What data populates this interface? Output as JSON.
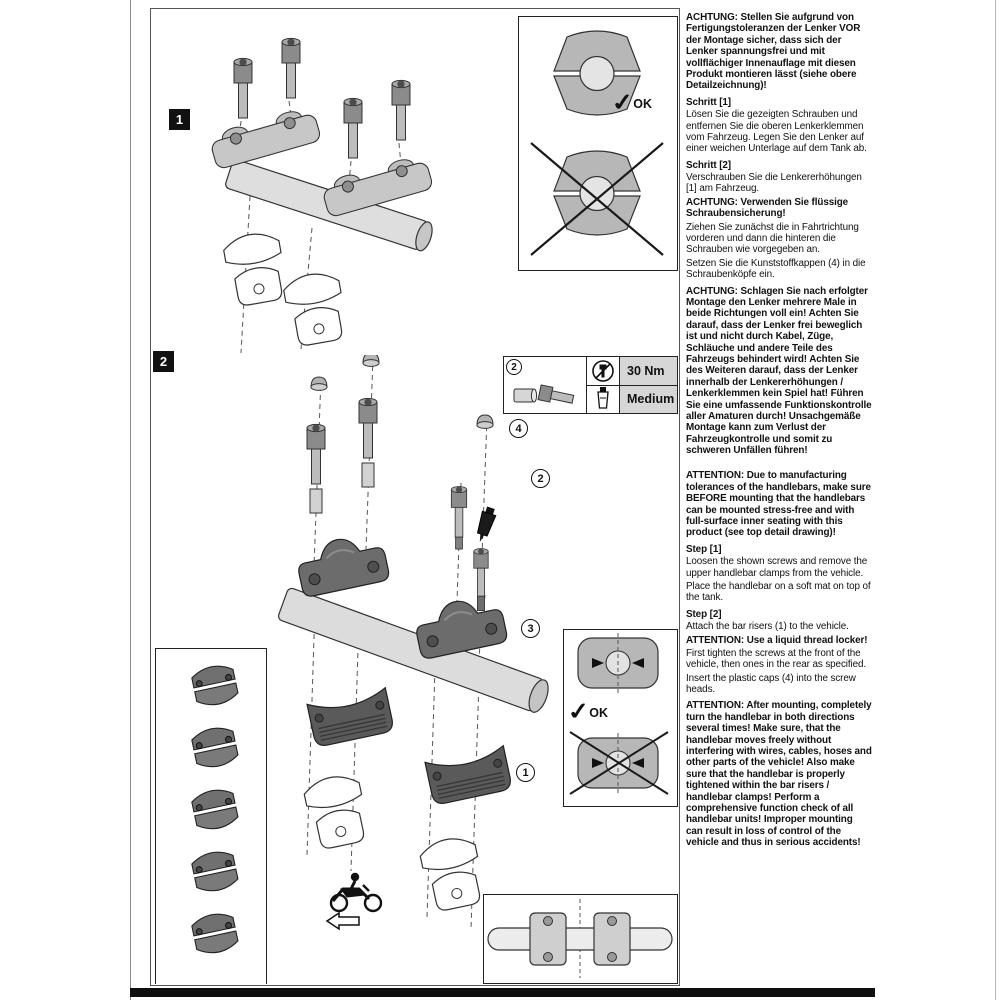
{
  "badges": {
    "step1": "1",
    "step2": "2"
  },
  "callouts": {
    "c1": "1",
    "c2": "2",
    "c3": "3",
    "c4": "4",
    "torque_item": "2"
  },
  "torque": {
    "value": "30 Nm",
    "grade": "Medium"
  },
  "marks": {
    "check": "✓",
    "ok_detail": "OK",
    "ok_order": "OK"
  },
  "colors": {
    "ink": "#111111",
    "metal_light": "#dcdcdc",
    "metal_dark": "#6c6c6c"
  },
  "de": {
    "warn_pre": "ACHTUNG: Stellen Sie aufgrund von Fertigungstoleranzen der Lenker VOR der Montage sicher, dass sich der Lenker spannungsfrei und mit vollflächiger Innenauflage mit diesen Produkt montieren lässt (siehe obere Detailzeichnung)!",
    "step1_title": "Schritt [1]",
    "step1_body": "Lösen Sie die gezeigten Schrauben und entfernen Sie die oberen Lenkerklemmen vom Fahrzeug. Legen Sie den Lenker auf einer weichen Unterlage auf dem Tank ab.",
    "step2_title": "Schritt [2]",
    "step2_body1": "Verschrauben Sie die Lenkererhöhungen [1] am Fahrzeug.",
    "step2_warn": "ACHTUNG: Verwenden Sie flüssige Schraubensicherung!",
    "step2_body2": "Ziehen Sie zunächst die in Fahrtrichtung vorderen und dann die hinteren die Schrauben wie vorgegeben an.",
    "step2_body3": "Setzen Sie die Kunststoffkappen (4) in die Schraubenköpfe ein.",
    "warn_post": "ACHTUNG: Schlagen Sie nach erfolgter Montage den Lenker mehrere Male in beide Richtungen voll ein! Achten Sie darauf, dass der Lenker frei beweglich ist und nicht durch Kabel, Züge, Schläuche und andere Teile des Fahrzeugs behindert wird! Achten Sie des Weiteren darauf, dass der Lenker innerhalb der Lenkererhöhungen / Lenkerklemmen kein Spiel hat! Führen Sie eine umfassende Funktionskontrolle aller Amaturen durch! Unsachgemäße Montage kann zum Verlust der Fahrzeugkontrolle und somit zu schweren Unfällen führen!"
  },
  "en": {
    "warn_pre": "ATTENTION: Due to manufacturing tolerances of the handlebars, make sure BEFORE mounting that the handlebars can be mounted stress-free and with full-surface inner seating with this product (see top detail drawing)!",
    "step1_title": "Step [1]",
    "step1_body1": "Loosen the shown screws and remove the upper handlebar clamps from the vehicle.",
    "step1_body2": "Place the handlebar on a soft mat on top of the tank.",
    "step2_title": "Step [2]",
    "step2_body1": "Attach the bar risers (1) to the vehicle.",
    "step2_warn": "ATTENTION: Use a liquid thread locker!",
    "step2_body2": "First tighten the screws at the front of the vehicle, then ones in the rear as specified.",
    "step2_body3": "Insert the plastic caps (4) into the screw heads.",
    "warn_post": "ATTENTION: After mounting, completely turn the handlebar in both directions several times! Make sure, that the handlebar moves freely without interfering with wires, cables, hoses and other parts of the vehicle! Also make sure that the handlebar is properly tightened within the bar risers / handlebar clamps! Perform a comprehensive function check of all handlebar units! Improper mounting can result in loss of control of the vehicle and thus in serious accidents!"
  }
}
